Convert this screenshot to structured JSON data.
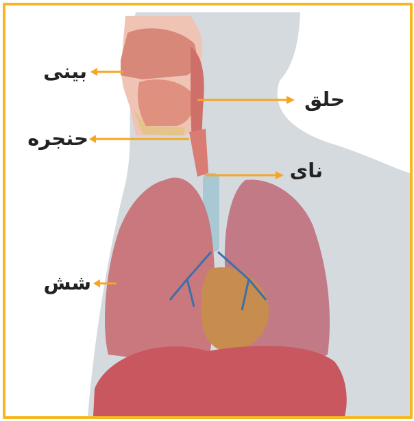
{
  "labels": {
    "nose": "بینی",
    "pharynx": "حلق",
    "larynx": "حنجره",
    "trachea": "نای",
    "lung": "شش"
  },
  "colors": {
    "frame": "#f5b821",
    "arrow": "#f5a623",
    "silhouette": "#d5dade",
    "lung": "#c9787e",
    "muscle": "#c9575f",
    "heart": "#c68d4f",
    "trachea": "#a8c8d4"
  }
}
